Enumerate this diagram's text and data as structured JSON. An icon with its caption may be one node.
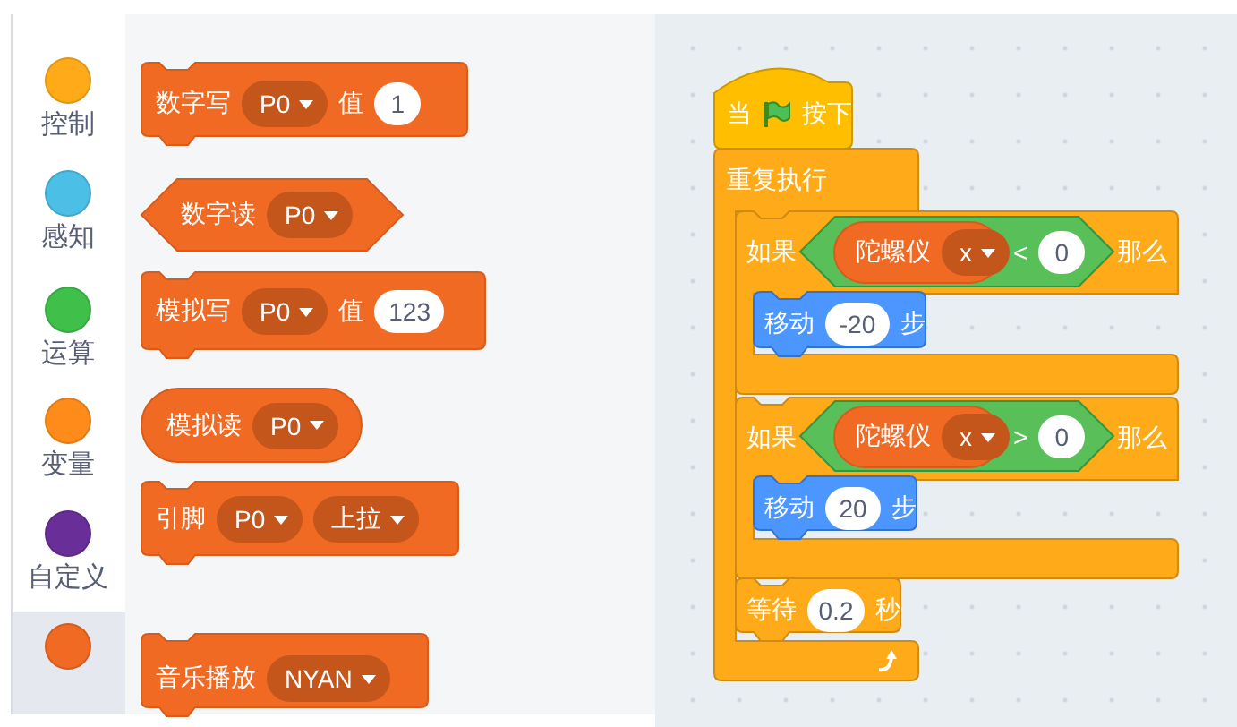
{
  "diagram": {
    "nodes": [
      {
        "text": [
          "控制"
        ]
      },
      {
        "text": [
          "感知"
        ]
      },
      {
        "text": [
          "运算"
        ]
      },
      {
        "text": [
          "变量"
        ]
      },
      {
        "text": [
          "自定义"
        ]
      },
      {
        "text": [],
        "shape": "circle"
      },
      {
        "text": [
          "数字写",
          "P0",
          "值",
          "1"
        ]
      },
      {
        "text": [
          "数字读",
          "P0"
        ]
      },
      {
        "text": [
          "模拟写",
          "P0",
          "值",
          "123"
        ]
      },
      {
        "text": [
          "模拟读",
          "P0"
        ]
      },
      {
        "text": [
          "引脚",
          "P0",
          "上拉"
        ]
      },
      {
        "text": [
          "音乐播放",
          "NYAN"
        ]
      },
      {
        "text": [
          "当",
          "按下"
        ]
      },
      {
        "text": [
          "重复执行"
        ]
      },
      {
        "text": [
          "如果",
          "那么"
        ]
      },
      {
        "text": [
          "<",
          "0"
        ],
        "in": 14
      },
      {
        "text": [
          "陀螺仪",
          "x"
        ],
        "in": 15
      },
      {
        "text": [
          "移动",
          "-20",
          "步"
        ],
        "in": 14
      },
      {
        "text": [
          "如果",
          "那么"
        ]
      },
      {
        "text": [
          ">",
          "0"
        ],
        "in": 18
      },
      {
        "text": [
          "陀螺仪",
          "x"
        ],
        "in": 19
      },
      {
        "text": [
          "移动",
          "20",
          "步"
        ],
        "in": 18
      },
      {
        "text": [
          "等待",
          "0.2",
          "秒"
        ],
        "in": 13
      }
    ]
  }
}
